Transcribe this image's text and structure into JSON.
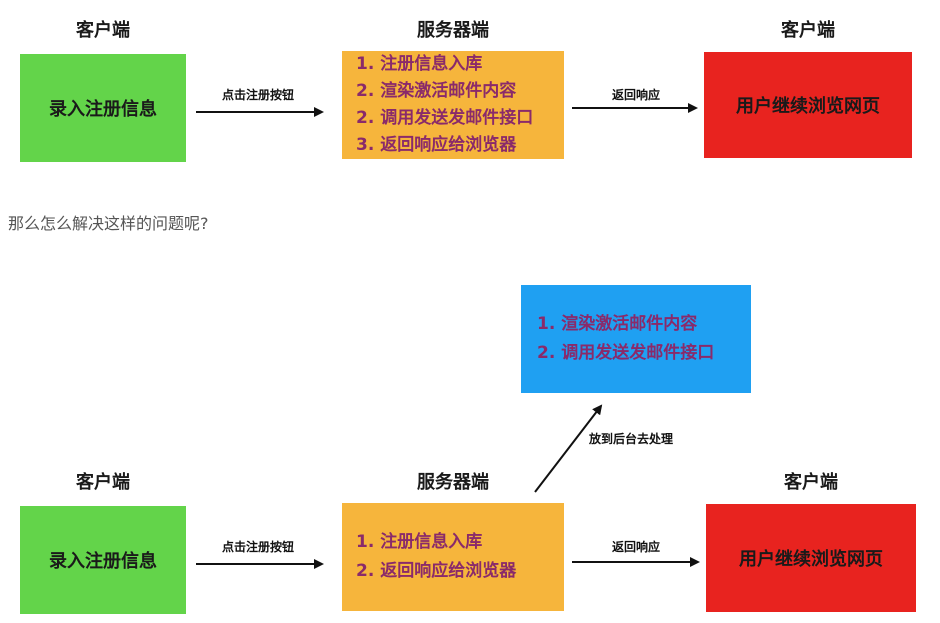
{
  "diagram1": {
    "client_left_header": "客户端",
    "server_header": "服务器端",
    "client_right_header": "客户端",
    "client_left_box": "录入注册信息",
    "arrow_left_label": "点击注册按钮",
    "server_steps": [
      "1. 注册信息入库",
      "2. 渲染激活邮件内容",
      "2. 调用发送发邮件接口",
      "3. 返回响应给浏览器"
    ],
    "arrow_right_label": "返回响应",
    "client_right_box": "用户继续浏览网页"
  },
  "question": "那么怎么解决这样的问题呢?",
  "diagram2": {
    "background_steps": [
      "1. 渲染激活邮件内容",
      "2. 调用发送发邮件接口"
    ],
    "arrow_up_label": "放到后台去处理",
    "client_left_header": "客户端",
    "server_header": "服务器端",
    "client_right_header": "客户端",
    "client_left_box": "录入注册信息",
    "arrow_left_label": "点击注册按钮",
    "server_steps": [
      "1. 注册信息入库",
      "2. 返回响应给浏览器"
    ],
    "arrow_right_label": "返回响应",
    "client_right_box": "用户继续浏览网页"
  },
  "colors": {
    "client_box": "#63d44a",
    "server_box": "#f6b53c",
    "result_box": "#e8231f",
    "background_box": "#1fa0f2",
    "step_text": "#8a2a6a"
  }
}
